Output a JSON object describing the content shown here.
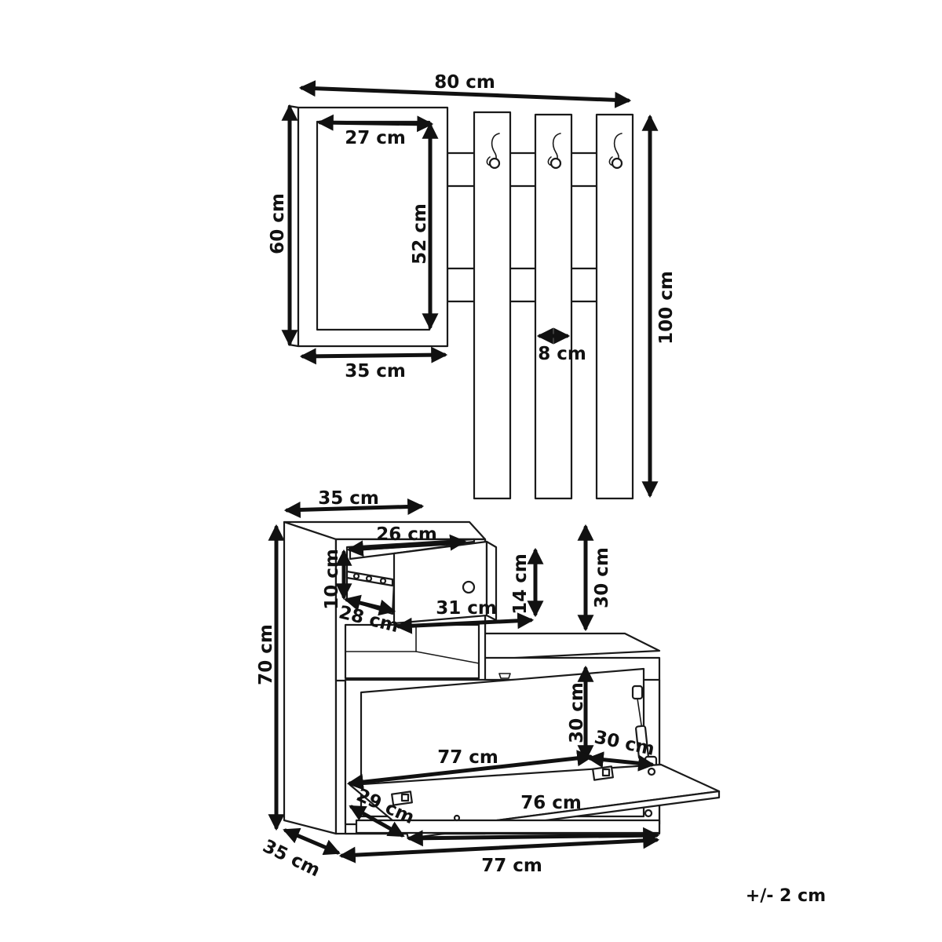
{
  "colors": {
    "ink": "#111111",
    "paper": "#ffffff"
  },
  "labels": {
    "panel_width": "80 cm",
    "mirror_inner_width": "27 cm",
    "mirror_height": "60 cm",
    "mirror_inner_height": "52 cm",
    "mirror_width": "35 cm",
    "hook_panel_width": "8 cm",
    "panel_height": "100 cm",
    "cabinet_depth_top": "35 cm",
    "drawer_inner_width": "26 cm",
    "drawer_inner_height": "10 cm",
    "drawer_depth": "28 cm",
    "drawer_front_width": "31 cm",
    "drawer_front_height": "14 cm",
    "upper_section_height": "30 cm",
    "cabinet_height": "70 cm",
    "shoe_compartment_height": "30 cm",
    "flap_depth": "30 cm",
    "shoe_inner_width": "77 cm",
    "flap_inner_depth": "29 cm",
    "flap_width": "76 cm",
    "cabinet_depth_bottom": "35 cm",
    "cabinet_width": "77 cm"
  },
  "tolerance": "+/- 2 cm"
}
